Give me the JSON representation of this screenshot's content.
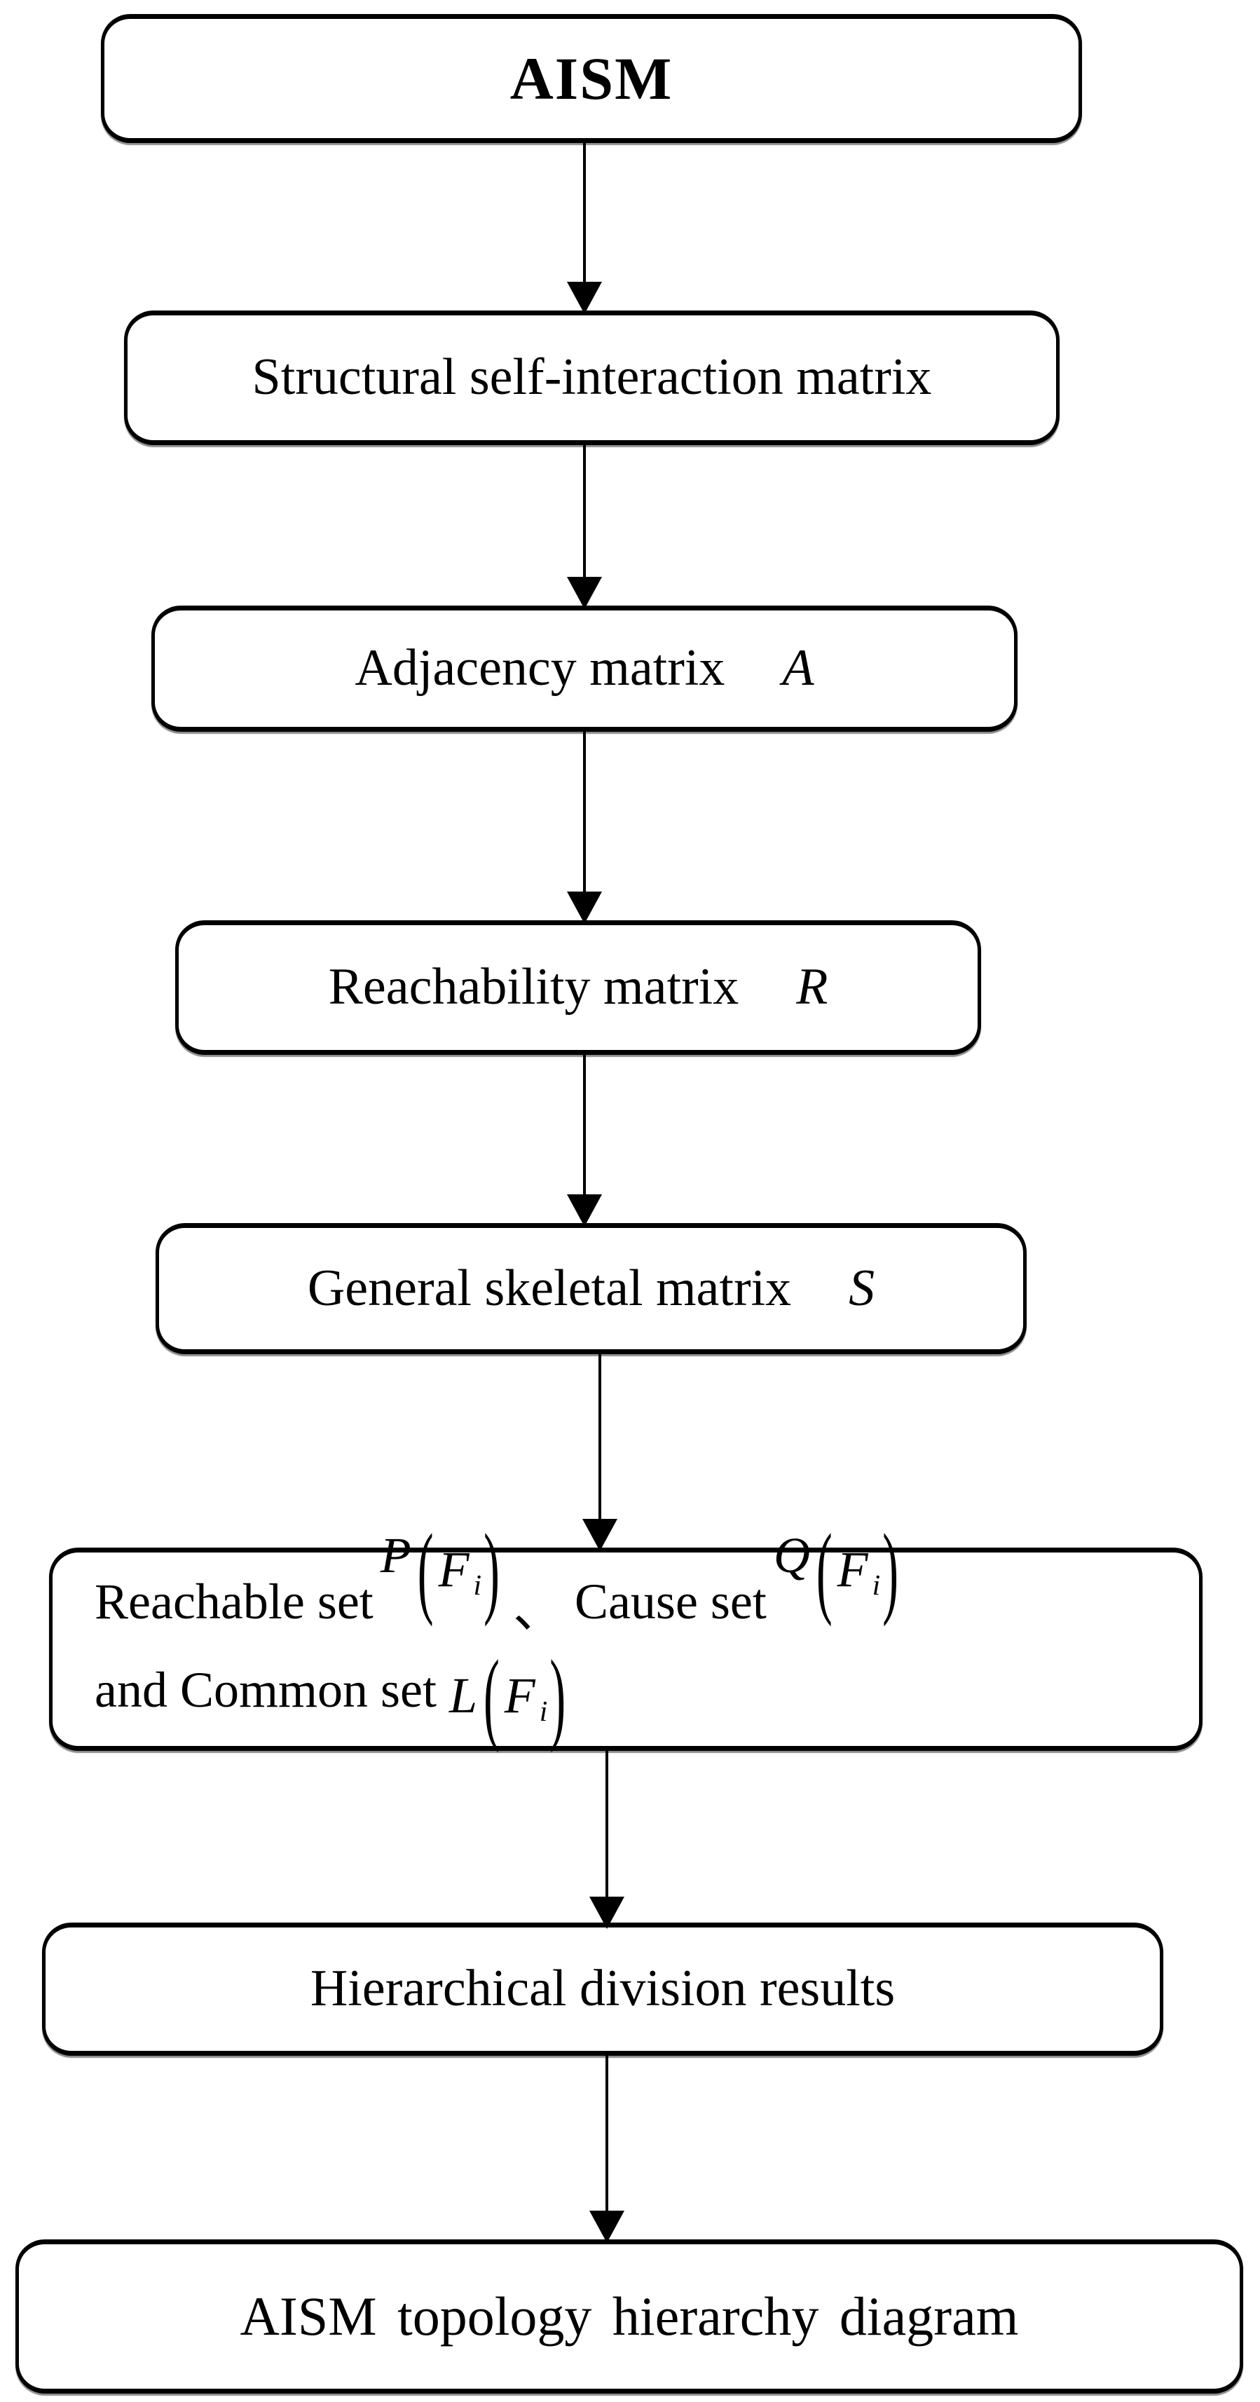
{
  "flowchart": {
    "colors": {
      "stroke": "#000000",
      "fill": "#ffffff",
      "text": "#000000"
    },
    "nodes": [
      {
        "id": "aism",
        "label": "AISM"
      },
      {
        "id": "ssim",
        "label": "Structural self-interaction matrix"
      },
      {
        "id": "adjacency",
        "label": "Adjacency matrix",
        "symbol": "A"
      },
      {
        "id": "reachability",
        "label": "Reachability matrix",
        "symbol": "R"
      },
      {
        "id": "skeletal",
        "label": "General skeletal matrix",
        "symbol": "S"
      },
      {
        "id": "sets",
        "text_reachable": "Reachable set",
        "sep": "、",
        "text_cause": "Cause set",
        "text_common": "and Common set",
        "p": {
          "fn": "P",
          "open": "(",
          "arg": "F",
          "sub": "i",
          "close": ")"
        },
        "q": {
          "fn": "Q",
          "open": "(",
          "arg": "F",
          "sub": "i",
          "close": ")"
        },
        "l": {
          "fn": "L",
          "open": "(",
          "arg": "F",
          "sub": "i",
          "close": ")"
        }
      },
      {
        "id": "hierarchical",
        "label": "Hierarchical division results"
      },
      {
        "id": "topology",
        "label": "AISM topology hierarchy diagram"
      }
    ],
    "edges": [
      [
        "aism",
        "ssim"
      ],
      [
        "ssim",
        "adjacency"
      ],
      [
        "adjacency",
        "reachability"
      ],
      [
        "reachability",
        "skeletal"
      ],
      [
        "skeletal",
        "sets"
      ],
      [
        "sets",
        "hierarchical"
      ],
      [
        "hierarchical",
        "topology"
      ]
    ]
  }
}
